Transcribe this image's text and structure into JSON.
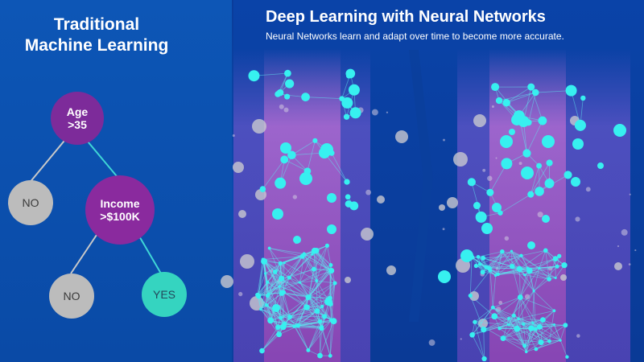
{
  "left": {
    "title_line1": "Traditional",
    "title_line2": "Machine Learning",
    "nodes": {
      "age": {
        "line1": "Age",
        "line2": ">35"
      },
      "income": {
        "line1": "Income",
        "line2": ">$100K"
      },
      "no_top": "NO",
      "no_bottom": "NO",
      "yes": "YES"
    }
  },
  "right": {
    "title": "Deep Learning with Neural Networks",
    "subtitle": "Neural Networks learn and adapt over time to become more accurate."
  },
  "colors": {
    "background": "#0a4aa6",
    "decision_node": "#8a2a9e",
    "leaf_gray": "#bdbdbd",
    "leaf_yes": "#36d6c2",
    "neuron": "#37f0f0",
    "band_purple": "#a55bd0"
  }
}
